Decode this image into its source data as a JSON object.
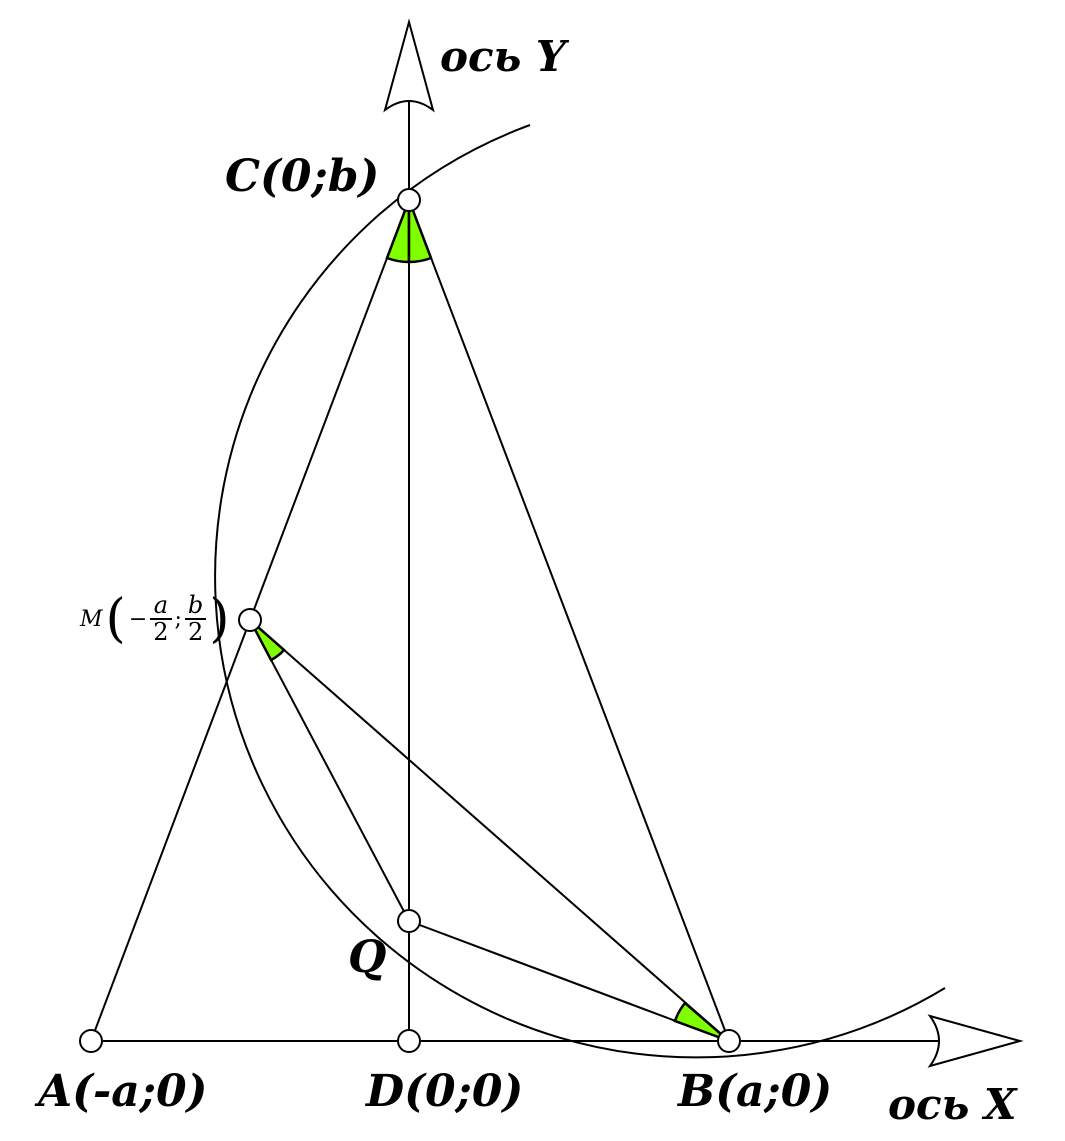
{
  "axes": {
    "x_label": "ось X",
    "y_label": "ось Y"
  },
  "points": {
    "A": "A(-a;0)",
    "D": "D(0;0)",
    "B": "B(a;0)",
    "C": "C(0;b)",
    "Q": "Q",
    "M": {
      "name": "M",
      "minus": "−",
      "x_num": "a",
      "x_den": "2",
      "sep": ";",
      "y_num": "b",
      "y_den": "2",
      "open": "(",
      "close": ")"
    }
  },
  "colors": {
    "angle_fill": "#80ff00",
    "stroke": "#000000"
  }
}
